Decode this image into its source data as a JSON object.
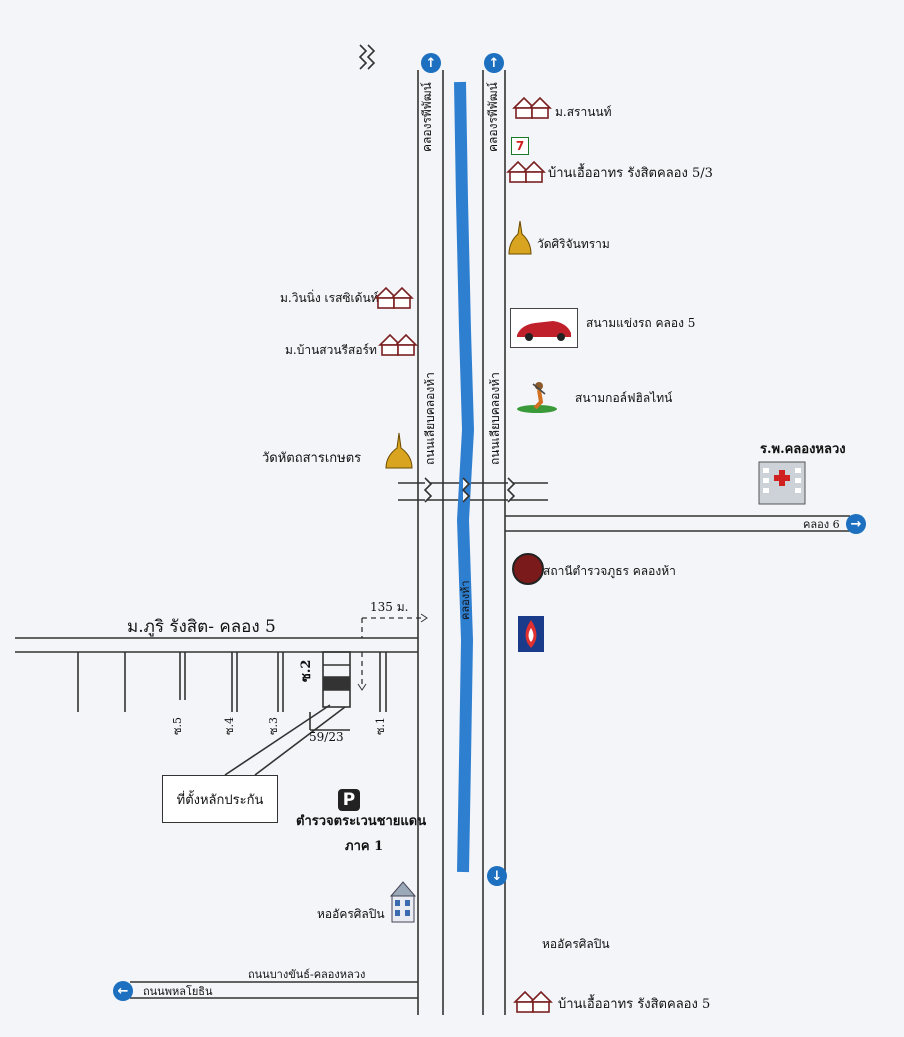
{
  "map": {
    "roads": {
      "left_frontage_top": "คลองรพีพัฒน์",
      "right_frontage_top": "คลองรพีพัฒน์",
      "left_frontage_mid": "ถนนเลียบคลองห้า",
      "right_frontage_mid": "ถนนเลียบคลองห้า",
      "canal": "คลองห้า",
      "klong6": "คลอง 6",
      "bangkhan": "ถนนบางขันธ์-คลองหลวง",
      "phahonyothin": "ถนนพหลโยธิน"
    },
    "places": {
      "saranon": "ม.สรานนท์",
      "baan_ua_53": "บ้านเอื้ออาทร รังสิตคลอง 5/3",
      "wat_siri": "วัดศิริจันทราม",
      "winning": "ม.วินนิ่ง เรสซิเด้นท์",
      "baan_suan": "ม.บ้านสวนรีสอร์ท",
      "racetrack": "สนามแข่งรถ คลอง 5",
      "golf": "สนามกอล์ฟฮิลไทน์",
      "wat_hat": "วัดหัตถสารเกษตร",
      "hospital": "ร.พ.คลองหลวง",
      "police_station": "สถานีตำรวจภูธร คลองห้า",
      "phuri": "ม.ภูริ รังสิต- คลอง 5",
      "distance": "135 ม.",
      "house_no": "59/23",
      "collateral": "ที่ตั้งหลักประกัน",
      "border_police_1": "ตำรวจตระเวนชายแดน",
      "border_police_2": "ภาค 1",
      "dorm_left": "หออัครศิลปิน",
      "dorm_right": "หออัครศิลปิน",
      "baan_ua_5": "บ้านเอื้ออาทร รังสิตคลอง 5"
    },
    "sois": {
      "s1": "ซ.1",
      "s2": "ซ.2",
      "s3": "ซ.3",
      "s4": "ซ.4",
      "s5": "ซ.5"
    },
    "icons": {
      "parking": "P",
      "seven": "7"
    },
    "colors": {
      "canal": "#2f7fd1",
      "arrow": "#1d6fc0",
      "line": "#333333"
    }
  }
}
